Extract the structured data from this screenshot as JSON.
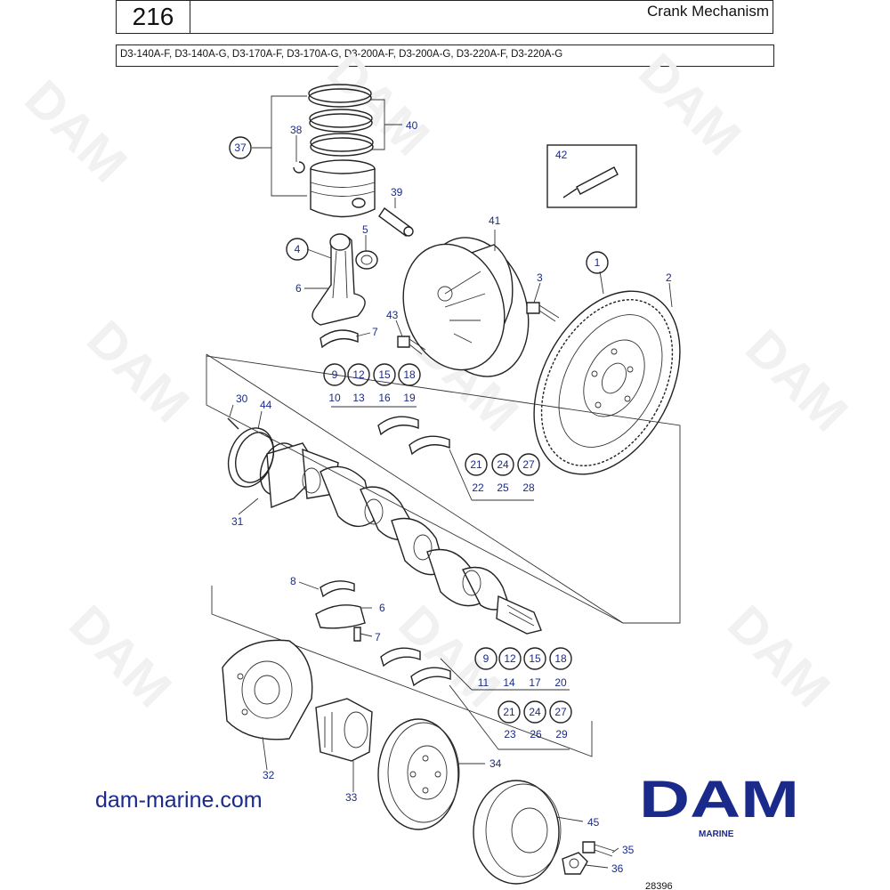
{
  "header": {
    "page_number": "216",
    "title": "Crank Mechanism",
    "models": "D3-140A-F, D3-140A-G, D3-170A-F, D3-170A-G, D3-200A-F, D3-200A-G, D3-220A-F, D3-220A-G"
  },
  "watermark": "DAM",
  "footer": {
    "website": "dam-marine.com",
    "logo_main": "DAM",
    "logo_sub": "MARINE",
    "drawing_code": "28396"
  },
  "callouts": {
    "c1": "1",
    "c2": "2",
    "c3": "3",
    "c4": "4",
    "c5": "5",
    "c6": "6",
    "c6b": "6",
    "c7": "7",
    "c7b": "7",
    "c8": "8",
    "c30": "30",
    "c31": "31",
    "c32": "32",
    "c33": "33",
    "c34": "34",
    "c35": "35",
    "c36": "36",
    "c37": "37",
    "c38": "38",
    "c39": "39",
    "c40": "40",
    "c41": "41",
    "c42": "42",
    "c43": "43",
    "c44": "44",
    "c45": "45"
  },
  "bearing_groups": {
    "upper_rod": {
      "circled": [
        "9",
        "12",
        "15",
        "18"
      ],
      "plain": [
        "10",
        "13",
        "16",
        "19"
      ]
    },
    "upper_main": {
      "circled": [
        "21",
        "24",
        "27"
      ],
      "plain": [
        "22",
        "25",
        "28"
      ]
    },
    "lower_rod": {
      "circled": [
        "9",
        "12",
        "15",
        "18"
      ],
      "plain": [
        "11",
        "14",
        "17",
        "20"
      ]
    },
    "lower_main": {
      "circled": [
        "21",
        "24",
        "27"
      ],
      "plain": [
        "23",
        "26",
        "29"
      ]
    }
  },
  "colors": {
    "label_blue": "#1a2a8a",
    "line": "#222222",
    "watermark": "#f1f1f1"
  }
}
